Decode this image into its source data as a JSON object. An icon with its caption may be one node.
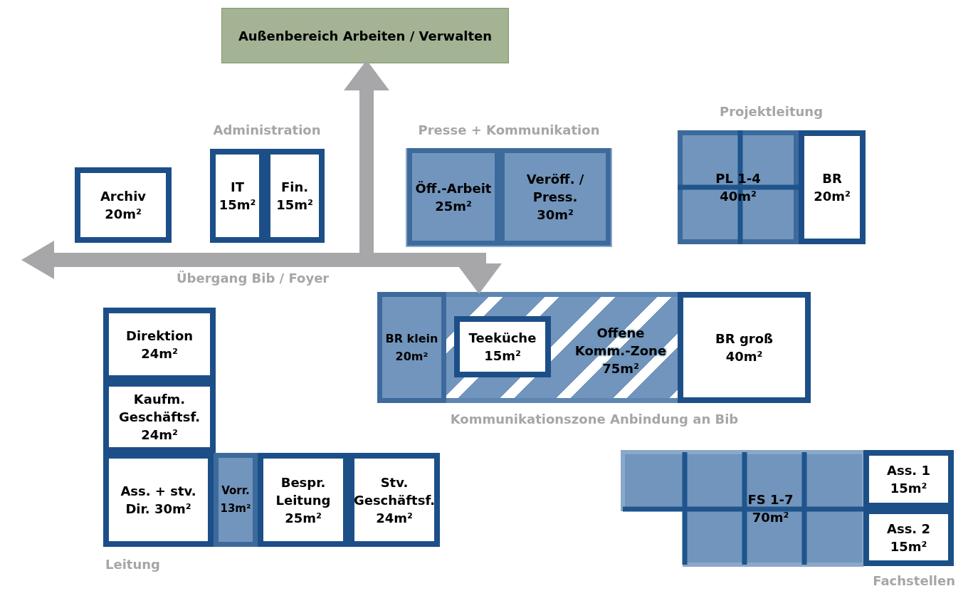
{
  "diagram": {
    "nodes": [
      {
        "text": [
          "Außenbereich Arbeiten / Verwalten"
        ]
      },
      {
        "text": [
          "Archiv 20m²"
        ]
      },
      {
        "text": [
          "Administration"
        ]
      },
      {
        "text": [
          "IT 15m²"
        ],
        "in": 2
      },
      {
        "text": [
          "Fin. 15m²"
        ],
        "in": 2
      },
      {
        "text": [
          "Presse + Kommunikation"
        ]
      },
      {
        "text": [
          "Öff.-Arbeit 25m²"
        ],
        "in": 5
      },
      {
        "text": [
          "Veröff. / Press. 30m²"
        ],
        "in": 5
      },
      {
        "text": [
          "Projektleitung"
        ]
      },
      {
        "text": [
          "PL 1-4 40m²"
        ],
        "in": 8
      },
      {
        "text": [
          "BR 20m²"
        ],
        "in": 8
      },
      {
        "text": [
          "Kommunikationszone Anbindung an Bib"
        ]
      },
      {
        "text": [
          "BR klein 20m²"
        ],
        "in": 11
      },
      {
        "text": [
          "Offene Komm.-Zone 75m²"
        ],
        "in": 11
      },
      {
        "text": [
          "Teeküche 15m²"
        ],
        "in": 13
      },
      {
        "text": [
          "BR groß 40m²"
        ],
        "in": 11
      },
      {
        "text": [
          "Leitung"
        ]
      },
      {
        "text": [
          "Direktion 24m²"
        ],
        "in": 16
      },
      {
        "text": [
          "Kaufm. Geschäftsf. 24m²"
        ],
        "in": 16
      },
      {
        "text": [
          "Ass. + stv. Dir. 30m²"
        ],
        "in": 16
      },
      {
        "text": [
          "Vorr. 13m²"
        ],
        "in": 16
      },
      {
        "text": [
          "Bespr. Leitung 25m²"
        ],
        "in": 16
      },
      {
        "text": [
          "Stv. Geschäftsf. 24m²"
        ],
        "in": 16
      },
      {
        "text": [
          "Fachstellen"
        ]
      },
      {
        "text": [
          "FS 1-7 70m²"
        ],
        "in": 23
      },
      {
        "text": [
          "Ass. 1 15m²"
        ],
        "in": 23
      },
      {
        "text": [
          "Ass. 2 15m²"
        ],
        "in": 23
      }
    ],
    "edges": [
      {
        "from": null,
        "to": 0,
        "arrow": "to"
      },
      {
        "from": null,
        "to": 11,
        "arrow": "to"
      }
    ],
    "labels": [
      "Übergang Bib / Foyer"
    ]
  }
}
